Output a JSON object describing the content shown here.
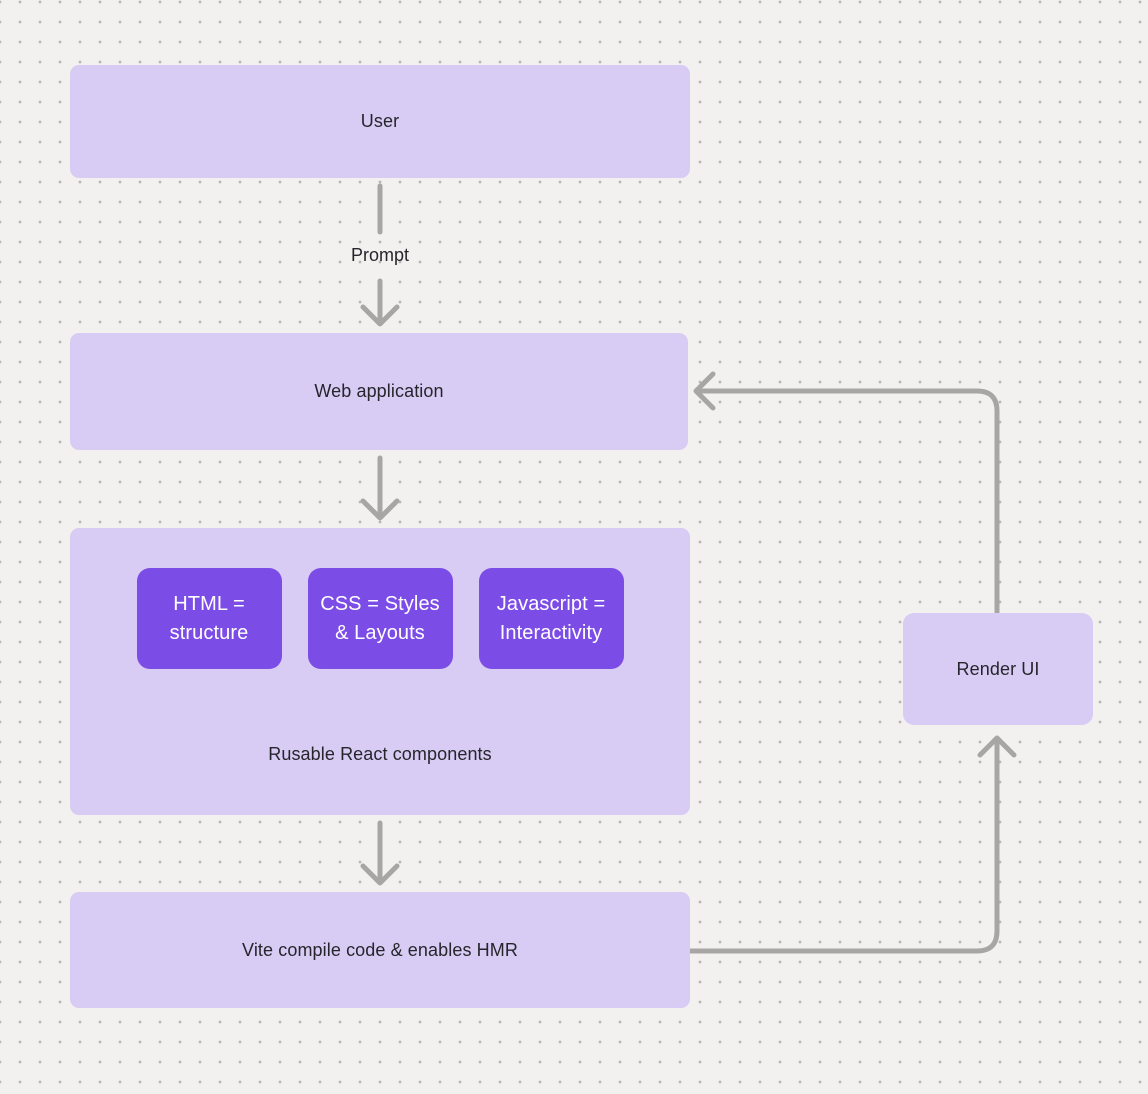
{
  "diagram": {
    "nodes": {
      "user": {
        "label": "User"
      },
      "web_application": {
        "label": "Web application"
      },
      "components": {
        "label": "Rusable React components",
        "children": [
          {
            "line1": "HTML =",
            "line2": "structure"
          },
          {
            "line1": "CSS = Styles",
            "line2": "& Layouts"
          },
          {
            "line1": "Javascript =",
            "line2": "Interactivity"
          }
        ]
      },
      "vite": {
        "label": "Vite compile code & enables HMR"
      },
      "render_ui": {
        "label": "Render UI"
      }
    },
    "edges": {
      "prompt_label": "Prompt"
    },
    "colors": {
      "background": "#f2f1f0",
      "dot": "#b9b7b5",
      "node_fill": "#d8ccf5",
      "child_fill": "#7c4de6",
      "arrow": "#a8a6a4",
      "text_dark": "#26252b",
      "text_light": "#ffffff"
    }
  }
}
